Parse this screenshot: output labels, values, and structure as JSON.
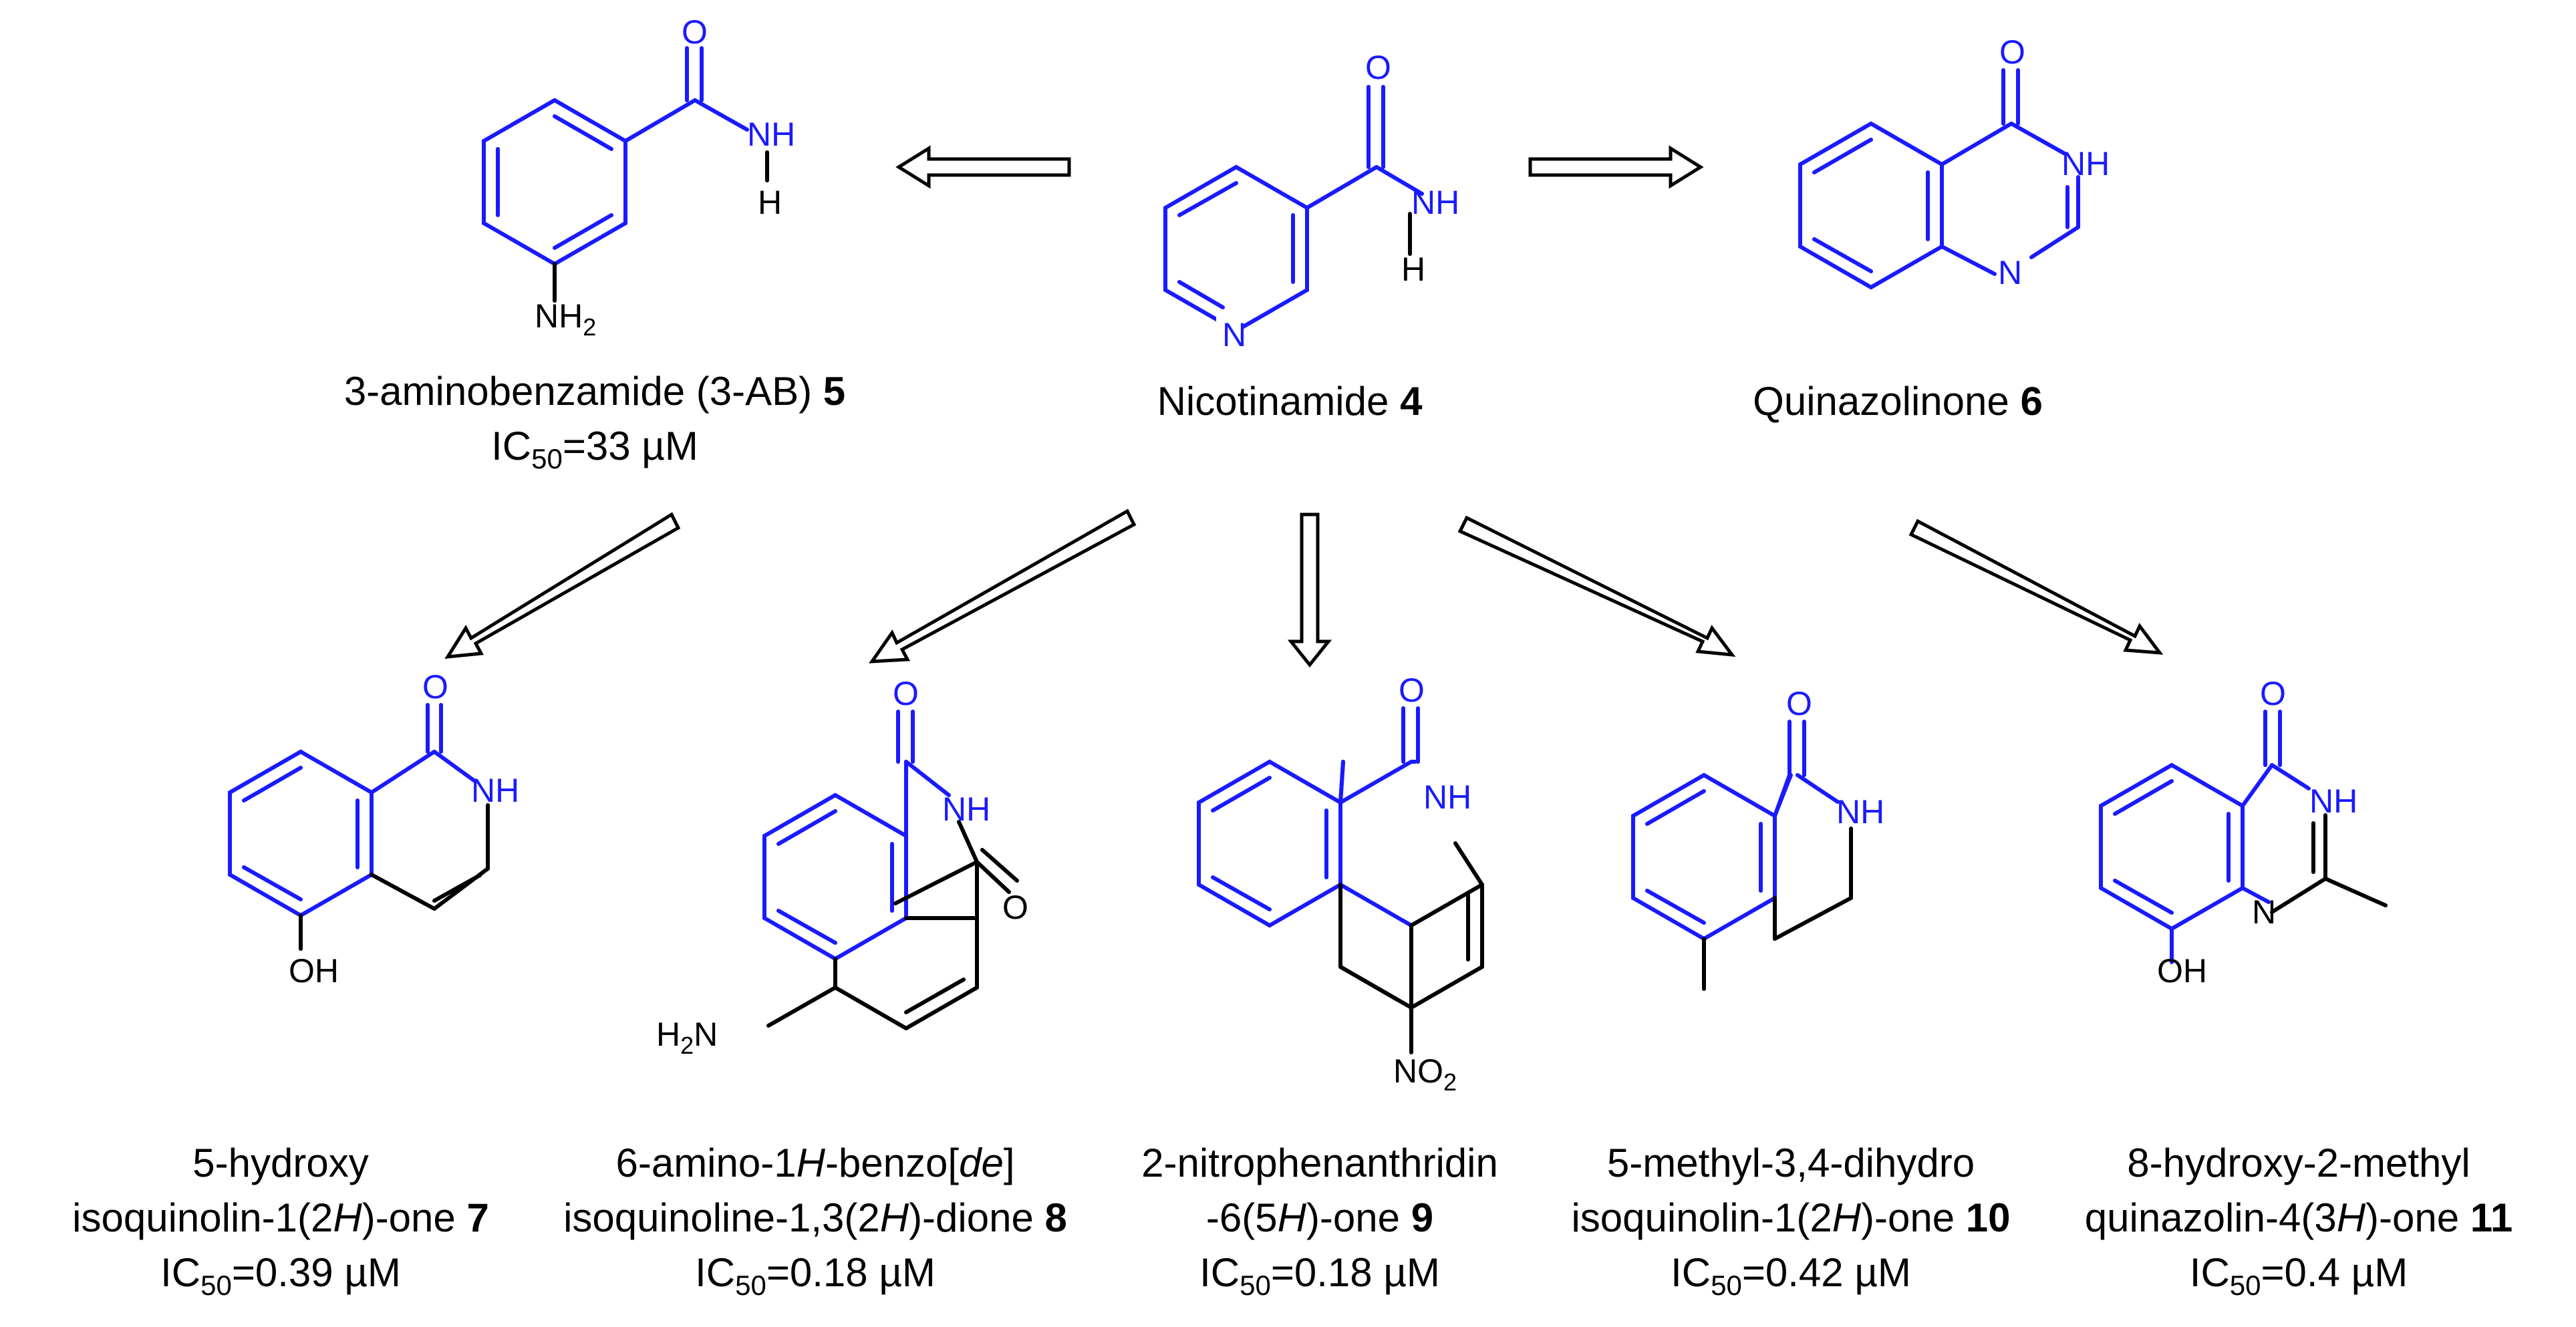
{
  "colors": {
    "pharmacophore": "#1a1aff",
    "scaffold": "#000000"
  },
  "compounds": [
    {
      "line1": "3-aminobenzamide (3-AB)",
      "number": "5",
      "ic50_prefix": "IC",
      "ic50_sub": "50",
      "ic50_value": "=33 µM",
      "atoms": {
        "o": "O",
        "nh": "NH",
        "h": "H",
        "nh2": "NH",
        "nh2_sub": "2"
      }
    },
    {
      "line1": "Nicotinamide",
      "number": "4",
      "atoms": {
        "o": "O",
        "nh": "NH",
        "h": "H",
        "n": "N"
      }
    },
    {
      "line1": "Quinazolinone",
      "number": "6",
      "atoms": {
        "o": "O",
        "nh": "NH",
        "n": "N"
      }
    },
    {
      "line1": "5-hydroxy",
      "line2_pre": "isoquinolin-1(2",
      "line2_ital": "H",
      "line2_post": ")-one",
      "number": "7",
      "ic50_prefix": "IC",
      "ic50_sub": "50",
      "ic50_value": "=0.39 µM",
      "atoms": {
        "o": "O",
        "nh": "NH",
        "oh": "OH"
      }
    },
    {
      "line1_pre": "6-amino-1",
      "line1_ital": "H",
      "line1_mid": "-benzo[",
      "line1_ital2": "de",
      "line1_post": "]",
      "line2_pre": "isoquinoline-1,3(2",
      "line2_ital": "H",
      "line2_post": ")-dione",
      "number": "8",
      "ic50_prefix": "IC",
      "ic50_sub": "50",
      "ic50_value": "=0.18 µM",
      "atoms": {
        "o1": "O",
        "nh": "NH",
        "o2": "O",
        "h2n_h": "H",
        "h2n_sub": "2",
        "h2n_n": "N"
      }
    },
    {
      "line1": "2-nitrophenanthridin",
      "line2": "-6(5",
      "line2_ital": "H",
      "line2_post": ")-one",
      "number": "9",
      "ic50_prefix": "IC",
      "ic50_sub": "50",
      "ic50_value": "=0.18 µM",
      "atoms": {
        "o": "O",
        "nh": "NH",
        "no2": "NO",
        "no2_sub": "2"
      }
    },
    {
      "line1": "5-methyl-3,4-dihydro",
      "line2_pre": "isoquinolin-1(2",
      "line2_ital": "H",
      "line2_post": ")-one",
      "number": "10",
      "ic50_prefix": "IC",
      "ic50_sub": "50",
      "ic50_value": "=0.42 µM",
      "atoms": {
        "o": "O",
        "nh": "NH"
      }
    },
    {
      "line1": "8-hydroxy-2-methyl",
      "line2_pre": "quinazolin-4(3",
      "line2_ital": "H",
      "line2_post": ")-one",
      "number": "11",
      "ic50_prefix": "IC",
      "ic50_sub": "50",
      "ic50_value": "=0.4 µM",
      "atoms": {
        "o": "O",
        "nh": "NH",
        "n": "N",
        "oh": "OH"
      }
    }
  ]
}
